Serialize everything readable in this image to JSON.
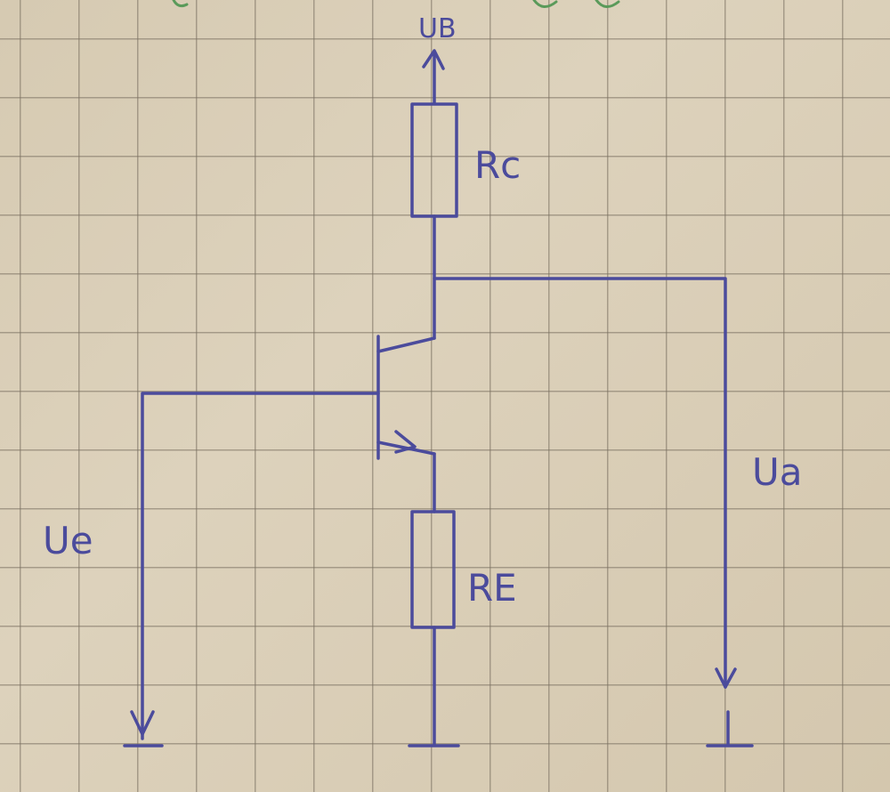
{
  "labels": {
    "supply": "UB",
    "collector_resistor": "Rc",
    "emitter_resistor": "RE",
    "input_voltage": "Ue",
    "output_voltage": "Ua"
  },
  "colors": {
    "ink": "#4b4b9c",
    "paper": "#d9cdb5",
    "grid": "#8a7e6c",
    "green_ink": "#5a9a5a"
  }
}
